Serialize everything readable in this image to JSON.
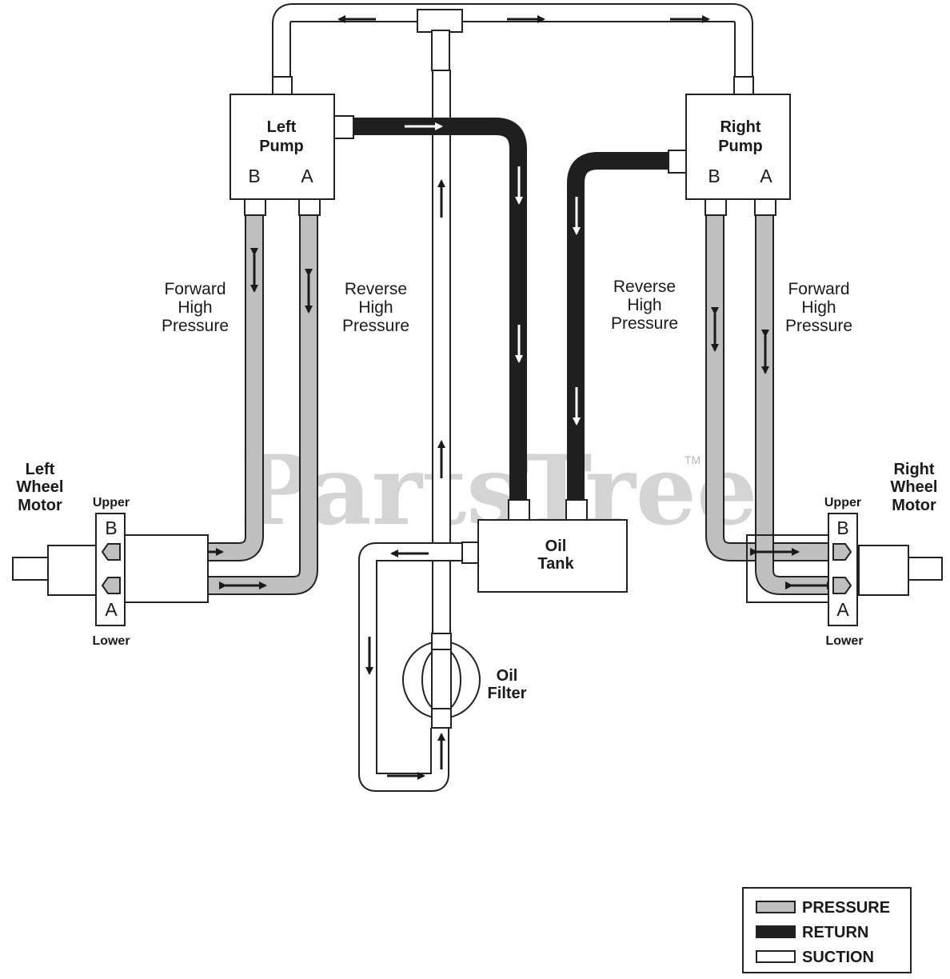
{
  "left_pump": {
    "title_1": "Left",
    "title_2": "Pump",
    "port_b": "B",
    "port_a": "A"
  },
  "right_pump": {
    "title_1": "Right",
    "title_2": "Pump",
    "port_b": "B",
    "port_a": "A"
  },
  "left_motor": {
    "title_1": "Left",
    "title_2": "Wheel",
    "title_3": "Motor",
    "upper": "Upper",
    "lower": "Lower",
    "port_b": "B",
    "port_a": "A"
  },
  "right_motor": {
    "title_1": "Right",
    "title_2": "Wheel",
    "title_3": "Motor",
    "upper": "Upper",
    "lower": "Lower",
    "port_b": "B",
    "port_a": "A"
  },
  "oil_tank": {
    "line_1": "Oil",
    "line_2": "Tank"
  },
  "oil_filter": {
    "line_1": "Oil",
    "line_2": "Filter"
  },
  "line_labels": {
    "left_forward": [
      "Forward",
      "High",
      "Pressure"
    ],
    "left_reverse": [
      "Reverse",
      "High",
      "Pressure"
    ],
    "right_reverse": [
      "Reverse",
      "High",
      "Pressure"
    ],
    "right_forward": [
      "Forward",
      "High",
      "Pressure"
    ]
  },
  "legend": {
    "pressure": "PRESSURE",
    "return": "RETURN",
    "suction": "SUCTION"
  },
  "watermark": {
    "text": "PartsTree",
    "trademark": "TM"
  },
  "colors": {
    "pressure": "#bfbfbf",
    "return": "#1f1f1f",
    "suction": "#ffffff",
    "outline": "#222222"
  }
}
